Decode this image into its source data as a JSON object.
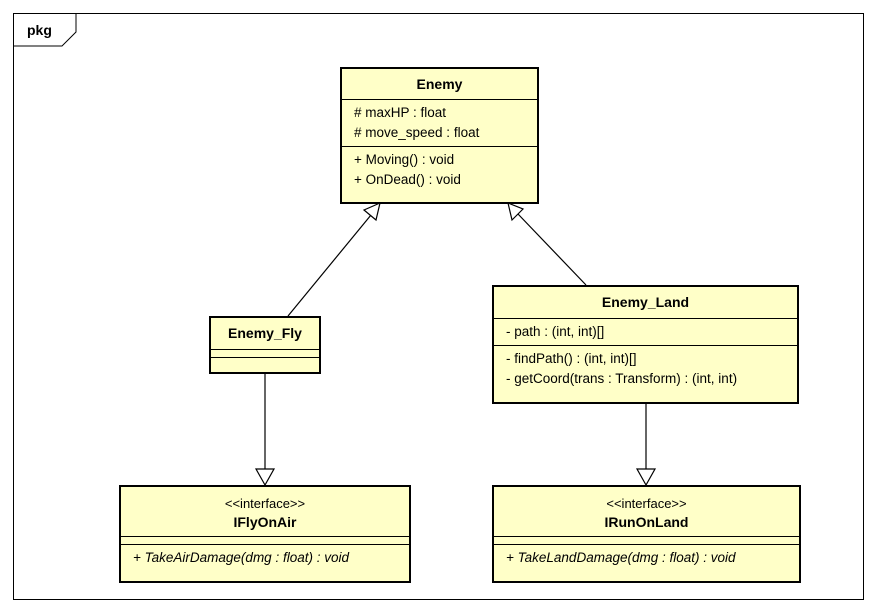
{
  "package": {
    "label": "pkg"
  },
  "classes": {
    "enemy": {
      "name": "Enemy",
      "attributes": [
        "# maxHP : float",
        "# move_speed : float"
      ],
      "operations": [
        "+ Moving() : void",
        "+ OnDead() : void"
      ]
    },
    "enemy_fly": {
      "name": "Enemy_Fly"
    },
    "enemy_land": {
      "name": "Enemy_Land",
      "attributes": [
        "- path : (int, int)[]"
      ],
      "operations": [
        "- findPath() : (int, int)[]",
        "- getCoord(trans : Transform) : (int, int)"
      ]
    },
    "ifly_on_air": {
      "stereotype": "<<interface>>",
      "name": "IFlyOnAir",
      "operations": [
        "+ TakeAirDamage(dmg : float) : void"
      ]
    },
    "irun_on_land": {
      "stereotype": "<<interface>>",
      "name": "IRunOnLand",
      "operations": [
        "+ TakeLandDamage(dmg : float) : void"
      ]
    }
  },
  "relationships": [
    {
      "type": "generalization",
      "from": "Enemy_Fly",
      "to": "Enemy"
    },
    {
      "type": "generalization",
      "from": "Enemy_Land",
      "to": "Enemy"
    },
    {
      "type": "realization",
      "from": "Enemy_Fly",
      "to": "IFlyOnAir"
    },
    {
      "type": "realization",
      "from": "Enemy_Land",
      "to": "IRunOnLand"
    }
  ],
  "colors": {
    "class_fill": "#ffffc8",
    "line": "#000000",
    "background": "#ffffff"
  }
}
